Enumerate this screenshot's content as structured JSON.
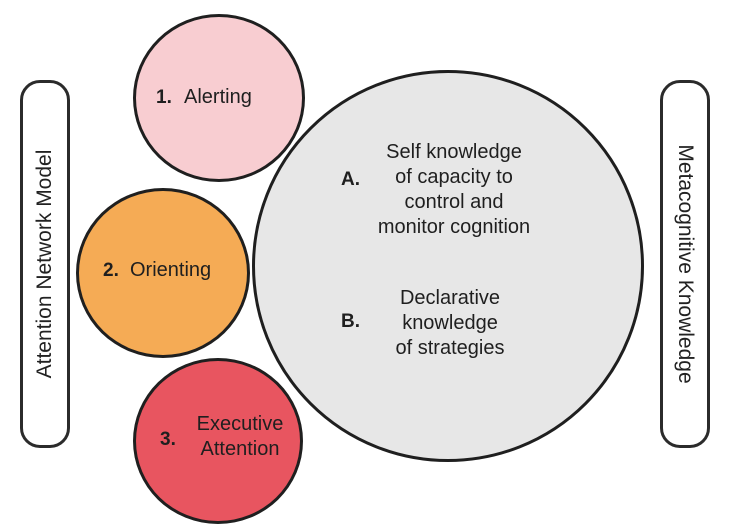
{
  "left_label": "Attention Network Model",
  "right_label": "Metacognitive Knowledge",
  "attention_components": [
    {
      "number": "1.",
      "label": "Alerting",
      "color": "#f8cdd1"
    },
    {
      "number": "2.",
      "label": "Orienting",
      "color": "#f5ab55"
    },
    {
      "number": "3.",
      "label_line1": "Executive",
      "label_line2": "Attention",
      "color": "#e85560"
    }
  ],
  "metacognitive_items": [
    {
      "letter": "A.",
      "lines": [
        "Self knowledge",
        "of capacity to",
        "control and",
        "monitor cognition"
      ]
    },
    {
      "letter": "B.",
      "lines": [
        "Declarative",
        "knowledge",
        "of strategies"
      ]
    }
  ],
  "colors": {
    "outline": "#1f1f1f",
    "metacognitive_fill": "#e7e7e7",
    "background": "#ffffff"
  }
}
